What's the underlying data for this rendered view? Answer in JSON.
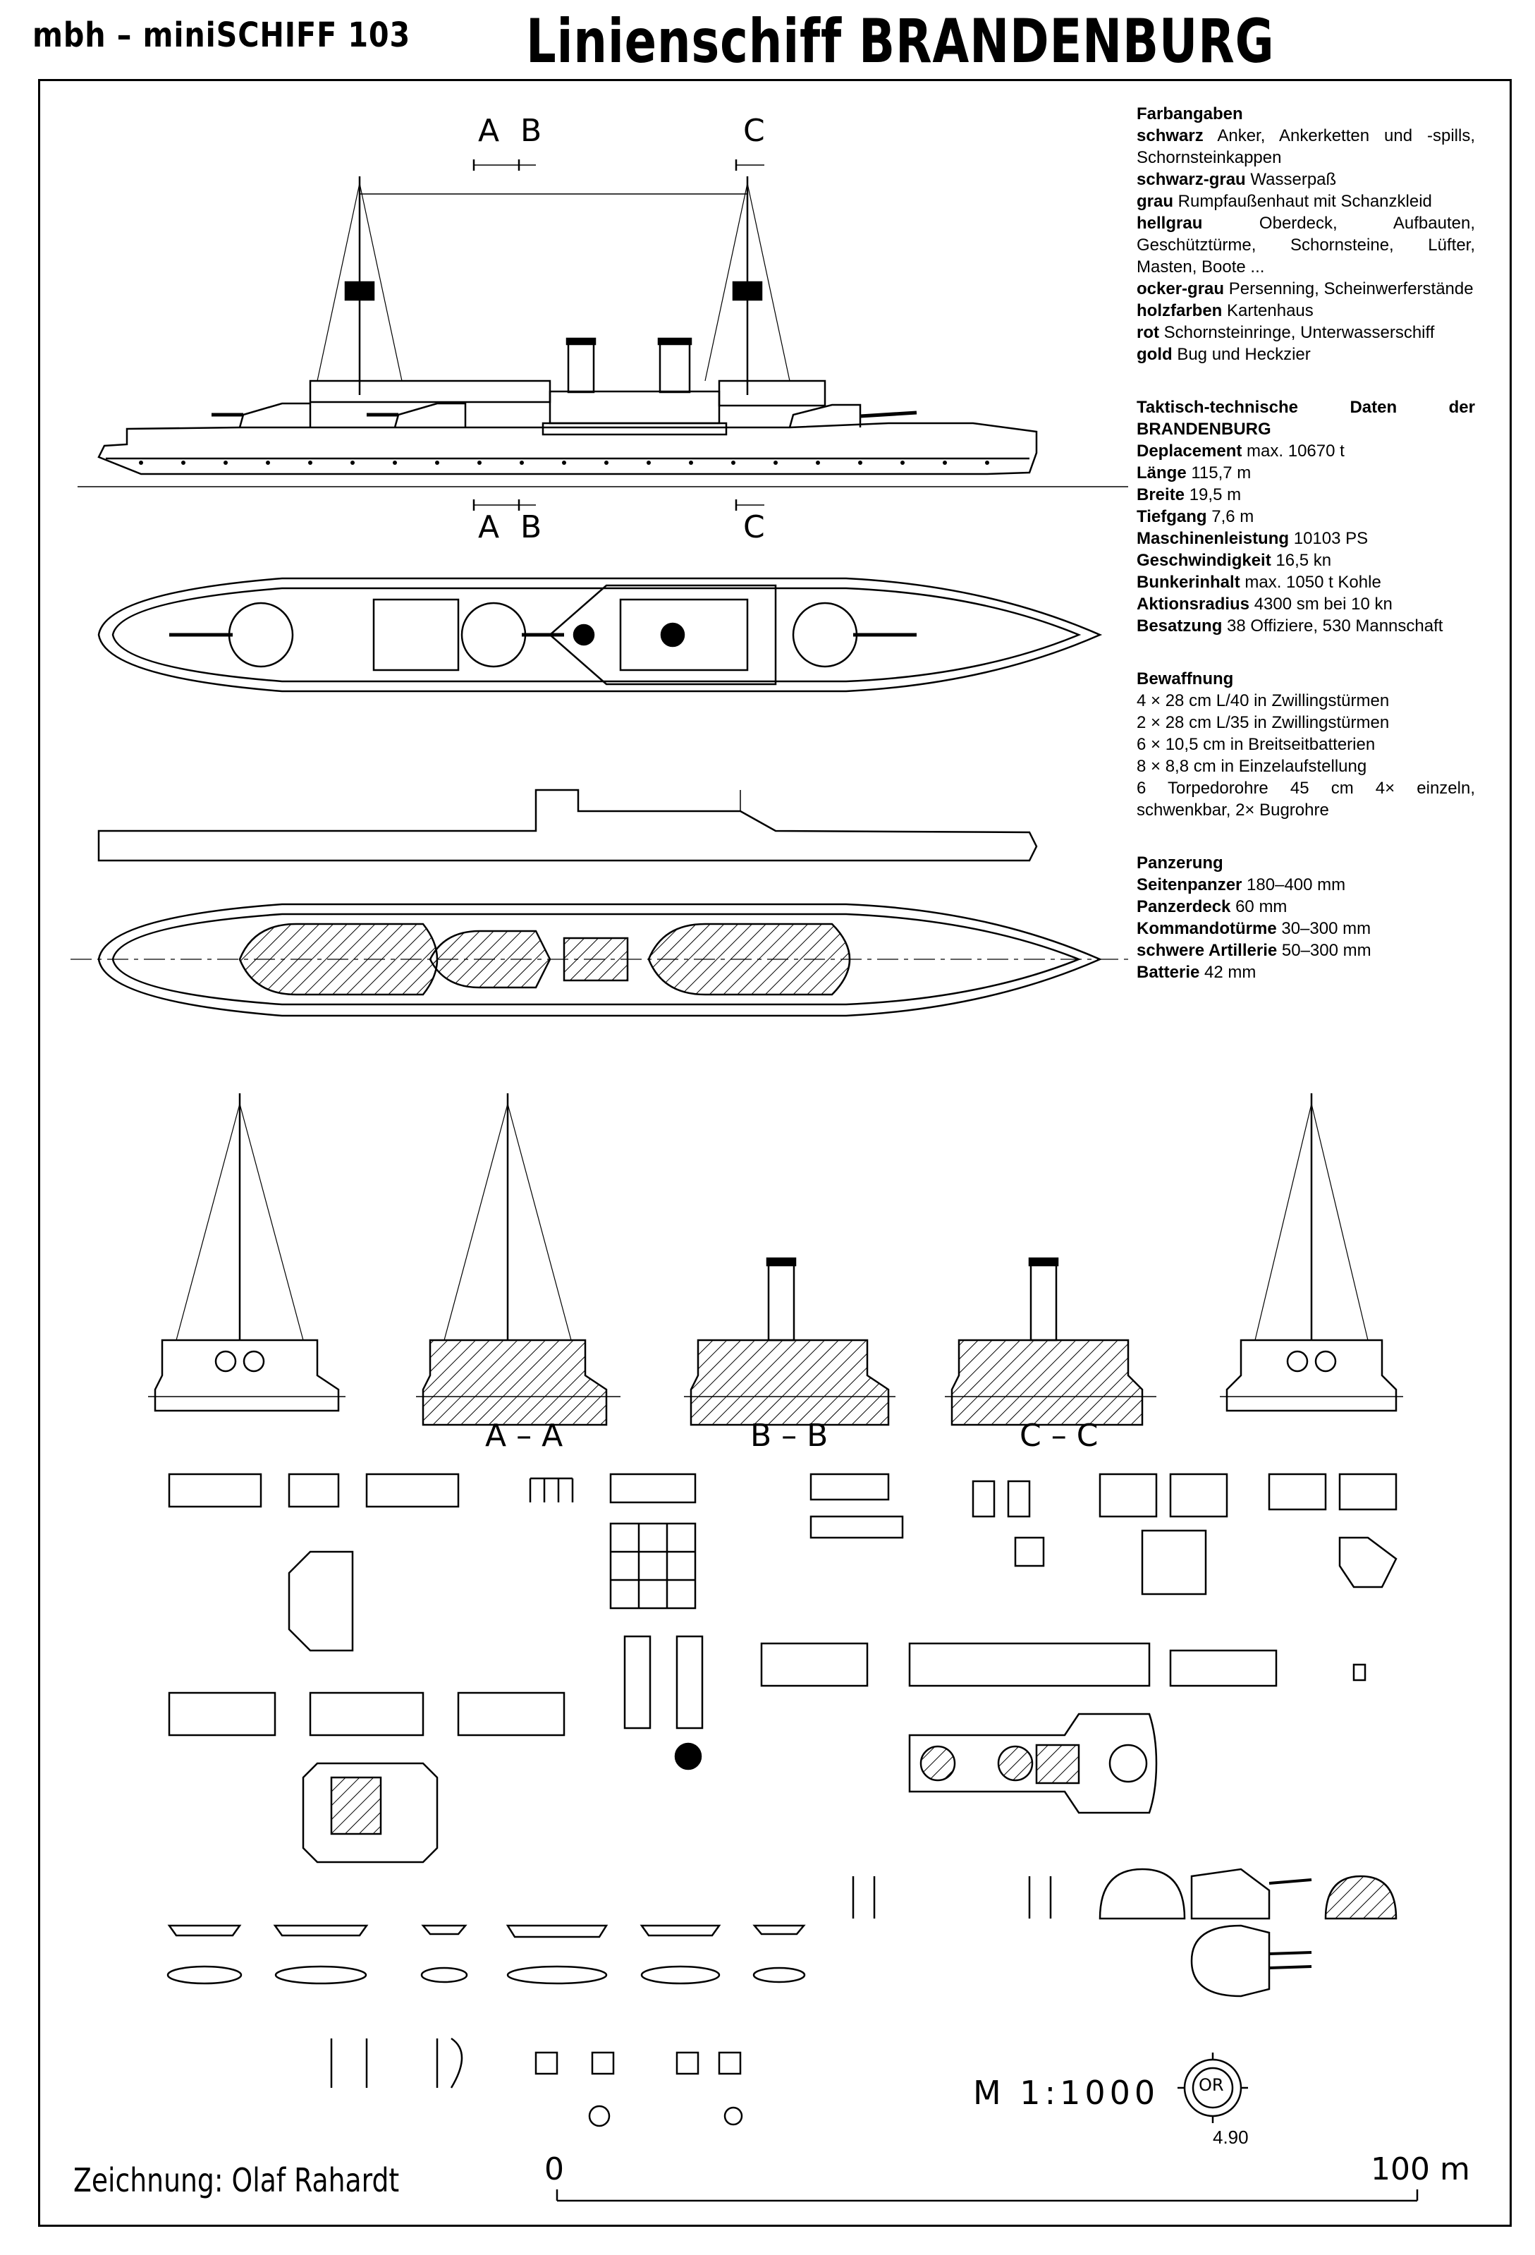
{
  "header": {
    "series": "mbh – miniSCHIFF 103",
    "title": "Linienschiff  BRANDENBURG"
  },
  "colors": {
    "ink": "#000000",
    "paper": "#ffffff"
  },
  "farbangaben": {
    "heading": "Farbangaben",
    "items": [
      {
        "term": "schwarz",
        "text": " Anker, Ankerketten und -spills, Schornsteinkappen"
      },
      {
        "term": "schwarz-grau",
        "text": " Wasserpaß"
      },
      {
        "term": "grau",
        "text": " Rumpfaußenhaut mit Schanzkleid"
      },
      {
        "term": "hellgrau",
        "text": " Oberdeck, Aufbauten, Geschütztürme, Schornsteine, Lüfter, Masten, Boote ..."
      },
      {
        "term": "ocker-grau",
        "text": " Persenning, Scheinwerferstände"
      },
      {
        "term": "holzfarben",
        "text": " Kartenhaus"
      },
      {
        "term": "rot",
        "text": " Schornsteinringe, Unterwasserschiff"
      },
      {
        "term": "gold",
        "text": " Bug und Heckzier"
      }
    ]
  },
  "daten": {
    "heading": "Taktisch-technische Daten der BRANDENBURG",
    "items": [
      {
        "term": "Deplacement",
        "text": " max. 10670 t"
      },
      {
        "term": "Länge",
        "text": " 115,7 m"
      },
      {
        "term": "Breite",
        "text": " 19,5 m"
      },
      {
        "term": "Tiefgang",
        "text": " 7,6 m"
      },
      {
        "term": "Maschinenleistung",
        "text": " 10103 PS"
      },
      {
        "term": "Geschwindigkeit",
        "text": " 16,5 kn"
      },
      {
        "term": "Bunkerinhalt",
        "text": " max. 1050 t Kohle"
      },
      {
        "term": "Aktionsradius",
        "text": " 4300 sm bei 10 kn"
      },
      {
        "term": "Besatzung",
        "text": " 38 Offiziere, 530 Mannschaft"
      }
    ]
  },
  "bewaffnung": {
    "heading": "Bewaffnung",
    "items": [
      "4 × 28 cm L/40 in Zwillingstürmen",
      "2 × 28 cm L/35 in Zwillingstürmen",
      "6 × 10,5 cm in Breitseitbatterien",
      "8 × 8,8 cm in Einzelaufstellung",
      "6 Torpedorohre 45 cm 4× einzeln, schwenkbar, 2× Bugrohre"
    ]
  },
  "panzerung": {
    "heading": "Panzerung",
    "items": [
      {
        "term": "Seitenpanzer",
        "text": " 180–400 mm"
      },
      {
        "term": "Panzerdeck",
        "text": " 60 mm"
      },
      {
        "term": "Kommandotürme",
        "text": " 30–300 mm"
      },
      {
        "term": "schwere Artillerie",
        "text": " 50–300 mm"
      },
      {
        "term": "Batterie",
        "text": " 42 mm"
      }
    ]
  },
  "section_marks": {
    "a": "A",
    "b": "B",
    "c": "C",
    "aa": "A – A",
    "bb": "B – B",
    "cc": "C – C"
  },
  "footer": {
    "scale": "M 1:1000",
    "credit": "Zeichnung: Olaf Rahardt",
    "date": "4.90",
    "scale_start": "0",
    "scale_end": "100 m",
    "stamp": "OR"
  }
}
